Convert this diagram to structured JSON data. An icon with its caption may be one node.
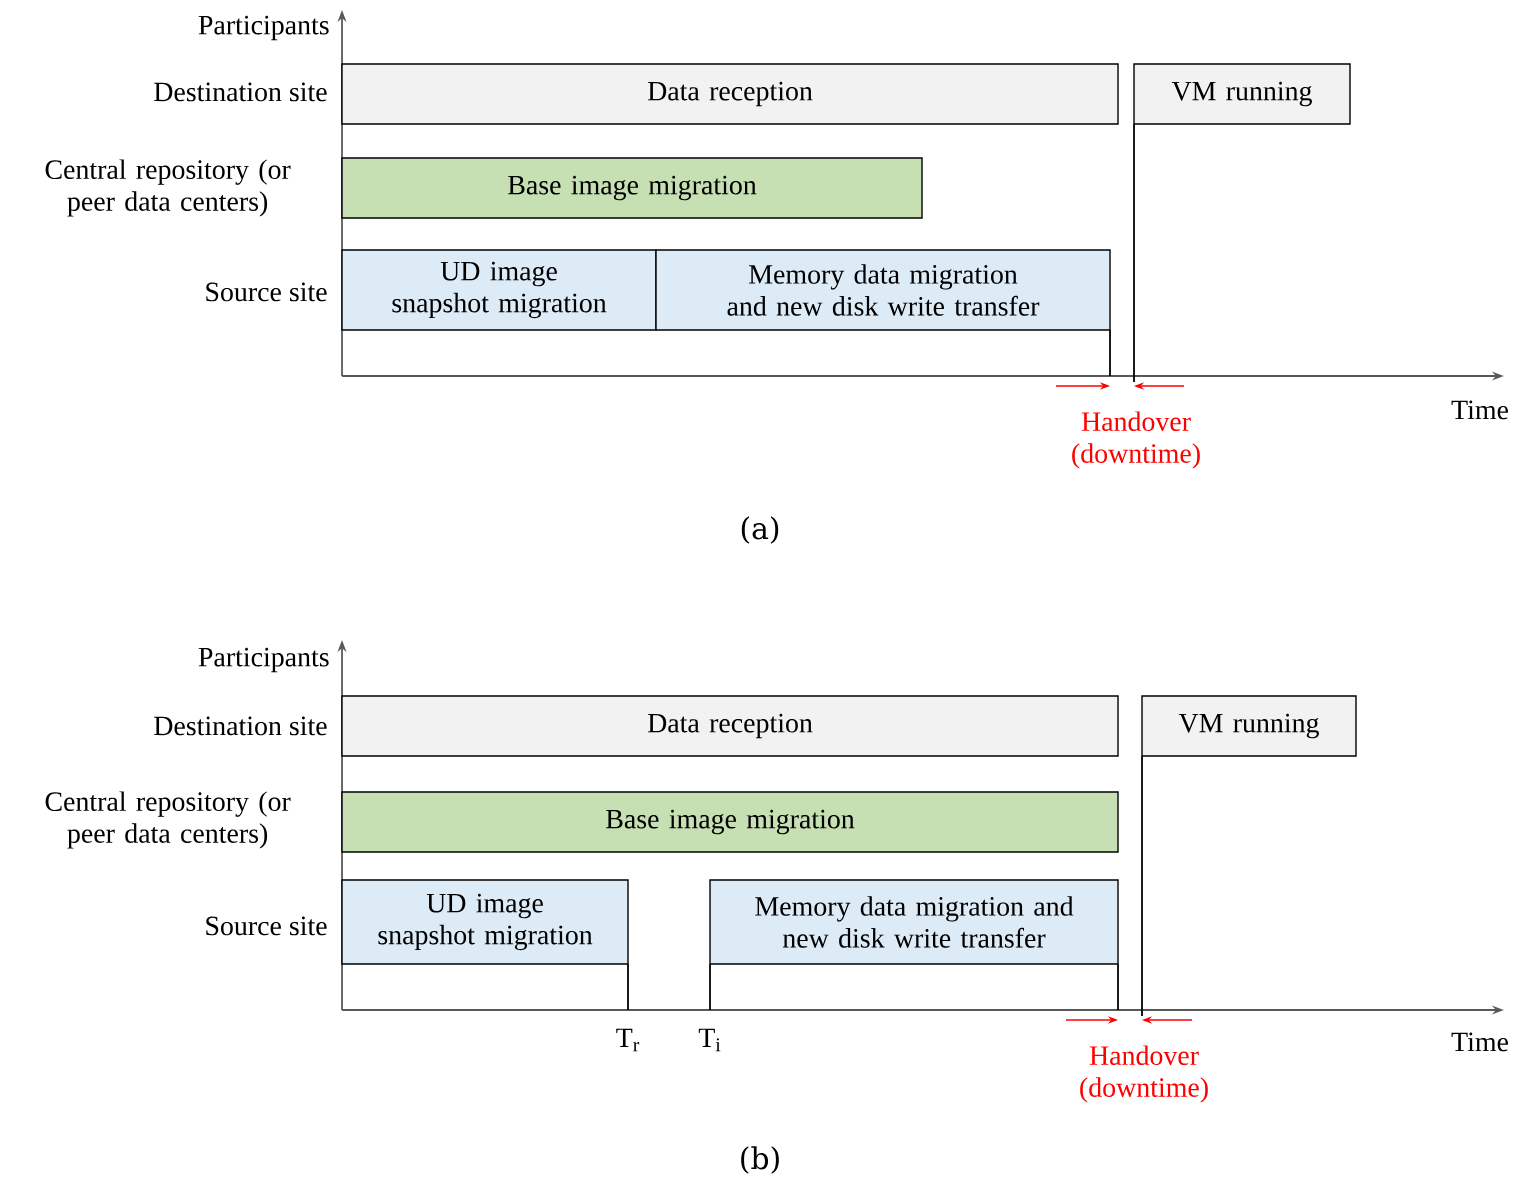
{
  "diagram": {
    "nodes": [
      {
        "text": [
          "Data reception"
        ]
      },
      {
        "text": [
          "VM running"
        ]
      },
      {
        "text": [
          "Base image migration"
        ]
      },
      {
        "text": [
          "UD image snapshot migration"
        ]
      },
      {
        "text": [
          "Memory data migration and new disk write transfer"
        ]
      },
      {
        "text": [
          "Data reception"
        ]
      },
      {
        "text": [
          "VM running"
        ]
      },
      {
        "text": [
          "Base image migration"
        ]
      },
      {
        "text": [
          "UD image snapshot migration"
        ],
        "beside": [
          "T$_{r}$"
        ]
      },
      {
        "text": [
          "Memory data migration and new disk write transfer"
        ],
        "beside": [
          "T$_{i}$"
        ]
      }
    ],
    "labels": [
      "Participants",
      "Destination site",
      "Central repository (or peer data centers)",
      "Source site",
      "Time",
      "Handover (downtime)",
      "(a)",
      "Participants",
      "Destination site",
      "Central repository (or peer data centers)",
      "Source site",
      "Time",
      "Handover (downtime)",
      "(b)"
    ]
  }
}
